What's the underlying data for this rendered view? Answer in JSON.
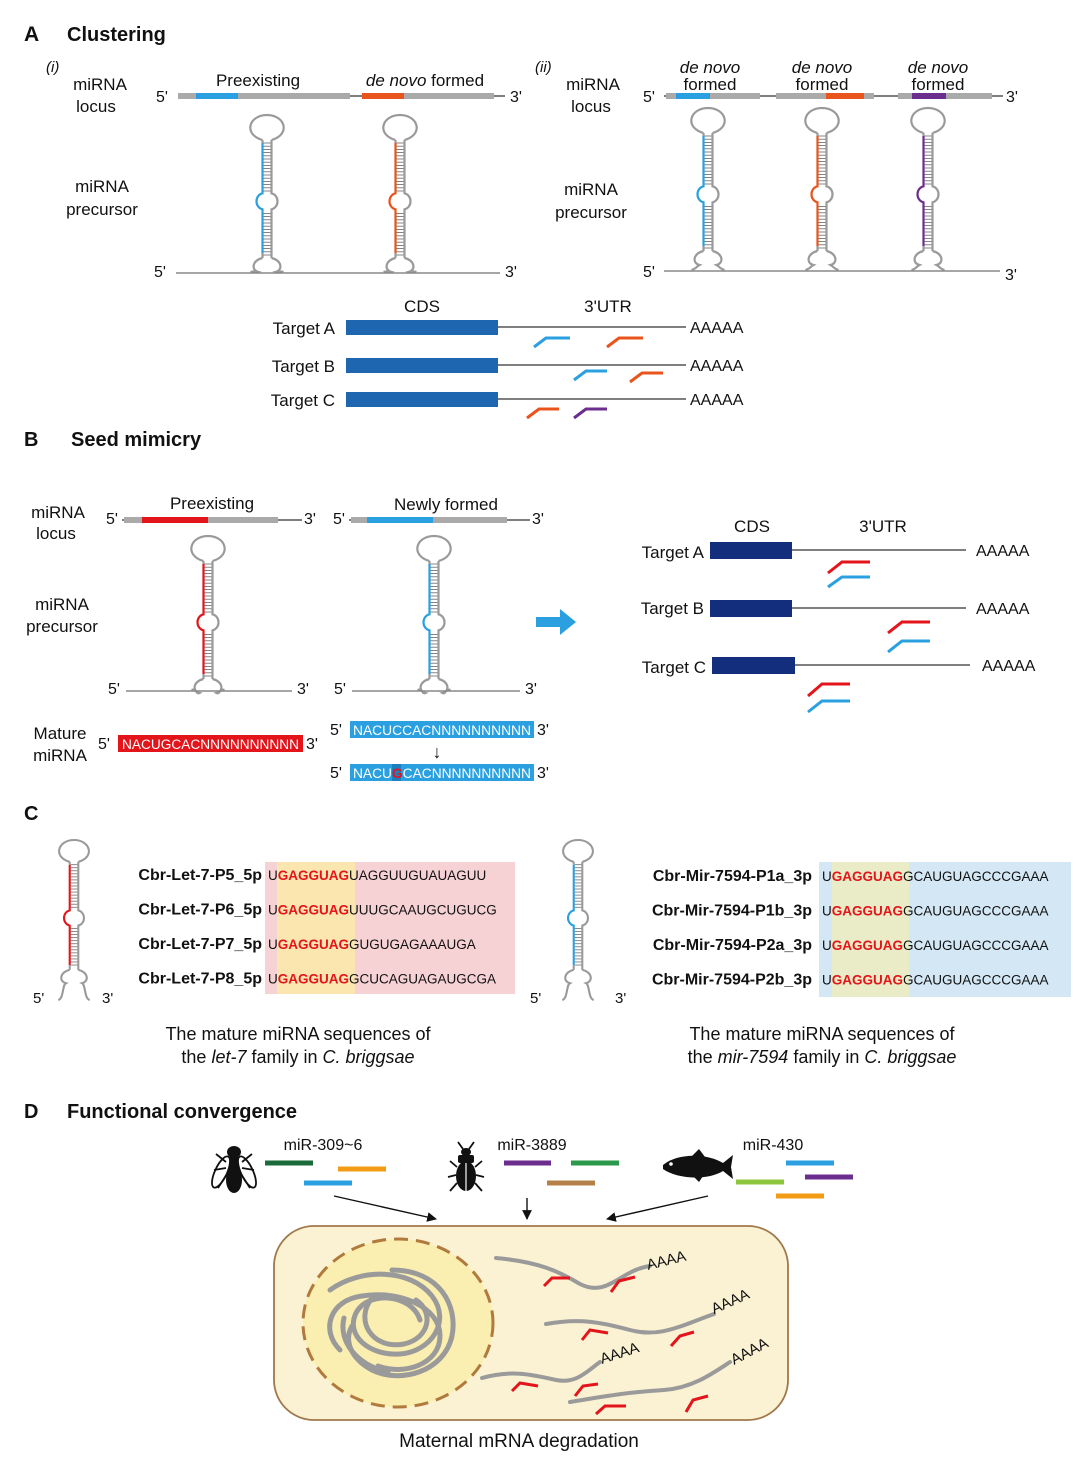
{
  "colors": {
    "blue": "#2aa0e0",
    "orange": "#e8541b",
    "purple": "#6b2e8e",
    "red": "#e4141b",
    "darkblue": "#122e7c",
    "cds_blue": "#1f66b1",
    "grey": "#9a9a9a",
    "pink_bg": "#f7d2d4",
    "lightblue_bg": "#d3e7f5",
    "seed_yellow": "#fbe6b0",
    "seed_green": "#e9ecc6",
    "cell_fill": "#fbf2d4",
    "cell_border": "#a0784a",
    "nucleus_fill": "#faeeb0",
    "nucleus_border": "#b07a3c",
    "dark_green": "#1a6b3a",
    "mid_green": "#2a9a4a",
    "light_green": "#8cc63c",
    "amber": "#f19c14",
    "tan": "#b58048"
  },
  "panelA": {
    "title_letter": "A",
    "title": "Clustering",
    "sub_i": "(i)",
    "sub_ii": "(ii)",
    "locus_label_1": "miRNA",
    "locus_label_2": "locus",
    "precursor_label_1": "miRNA",
    "precursor_label_2": "precursor",
    "preexisting": "Preexisting",
    "de_novo": "de novo",
    "formed": "formed",
    "five_prime": "5'",
    "three_prime": "3'",
    "cds": "CDS",
    "utr": "3'UTR",
    "targets": [
      "Target A",
      "Target B",
      "Target C"
    ],
    "polyA": "AAAAA"
  },
  "panelB": {
    "title_letter": "B",
    "title": "Seed mimicry",
    "preexisting": "Preexisting",
    "newly_formed": "Newly formed",
    "locus_label_1": "miRNA",
    "locus_label_2": "locus",
    "precursor_label_1": "miRNA",
    "precursor_label_2": "precursor",
    "mature_label_1": "Mature",
    "mature_label_2": "miRNA",
    "mature_red": "NACUGCACNNNNNNNNNN",
    "mature_blue": "NACUCCACNNNNNNNNNN",
    "mutated_pre": "NACU",
    "mutated_base": "G",
    "mutated_post": "CACNNNNNNNNNN",
    "arrow_down": "↓",
    "five_prime": "5'",
    "three_prime": "3'",
    "cds": "CDS",
    "utr": "3'UTR",
    "targets": [
      "Target A",
      "Target B",
      "Target C"
    ],
    "polyA": "AAAAA"
  },
  "panelC": {
    "title_letter": "C",
    "five_prime": "5'",
    "three_prime": "3'",
    "let7": [
      {
        "name": "Cbr-Let-7-P5_5p",
        "first": "U",
        "seed": "GAGGUAG",
        "rest": "UAGGUUGUAUAGUU"
      },
      {
        "name": "Cbr-Let-7-P6_5p",
        "first": "U",
        "seed": "GAGGUAG",
        "rest": "UUUGCAAUGCUGUCG"
      },
      {
        "name": "Cbr-Let-7-P7_5p",
        "first": "U",
        "seed": "GAGGUAG",
        "rest": "GUGUGAGAAAUGA"
      },
      {
        "name": "Cbr-Let-7-P8_5p",
        "first": "U",
        "seed": "GAGGUAG",
        "rest": "GCUCAGUAGAUGCGA"
      }
    ],
    "mir7594": [
      {
        "name": "Cbr-Mir-7594-P1a_3p",
        "first": "U",
        "seed": "GAGGUAG",
        "rest": "GCAUGUAGCCCGAAA"
      },
      {
        "name": "Cbr-Mir-7594-P1b_3p",
        "first": "U",
        "seed": "GAGGUAG",
        "rest": "GCAUGUAGCCCGAAA"
      },
      {
        "name": "Cbr-Mir-7594-P2a_3p",
        "first": "U",
        "seed": "GAGGUAG",
        "rest": "GCAUGUAGCCCGAAA"
      },
      {
        "name": "Cbr-Mir-7594-P2b_3p",
        "first": "U",
        "seed": "GAGGUAG",
        "rest": "GCAUGUAGCCCGAAA"
      }
    ],
    "caption_left_1": "The mature miRNA sequences of",
    "caption_left_2a": "the ",
    "caption_left_2b": "let-7",
    "caption_left_2c": " family in ",
    "caption_left_2d": "C. briggsae",
    "caption_right_1": "The mature miRNA sequences of",
    "caption_right_2a": "the ",
    "caption_right_2b": "mir-7594",
    "caption_right_2c": " family in ",
    "caption_right_2d": "C. briggsae"
  },
  "panelD": {
    "title_letter": "D",
    "title": "Functional convergence",
    "mir_fly": "miR-309~6",
    "mir_beetle": "miR-3889",
    "mir_fish": "miR-430",
    "polyA": "AAAA",
    "caption": "Maternal mRNA degradation"
  }
}
